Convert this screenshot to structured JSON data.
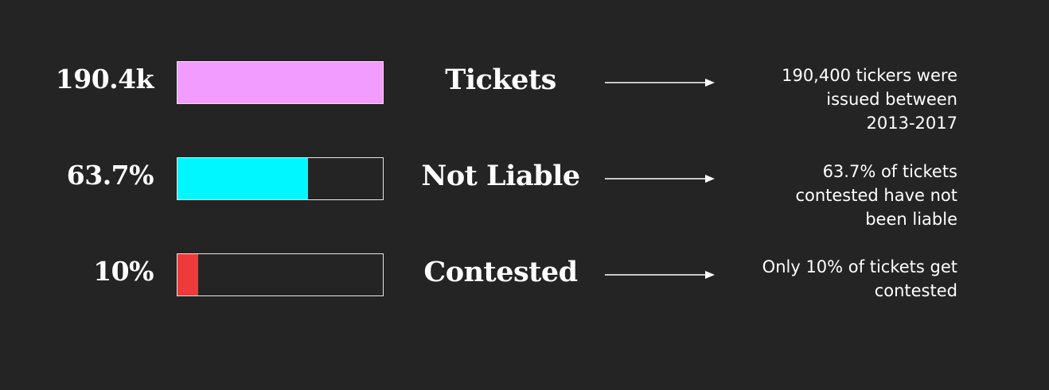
{
  "chart_data": {
    "type": "bar",
    "orientation": "horizontal",
    "categories": [
      "Tickets",
      "Not Liable",
      "Contested"
    ],
    "value_labels": [
      "190.4k",
      "63.7%",
      "10%"
    ],
    "fill_fractions": [
      1.0,
      0.637,
      0.1
    ],
    "colors": [
      "#f29cff",
      "#00f7ff",
      "#ee3a3a"
    ],
    "notes": [
      [
        "190,400 tickers were",
        "issued between",
        "2013-2017"
      ],
      [
        "63.7% of tickets",
        "contested have not",
        "been liable"
      ],
      [
        "Only 10% of tickets get",
        "contested"
      ]
    ]
  }
}
